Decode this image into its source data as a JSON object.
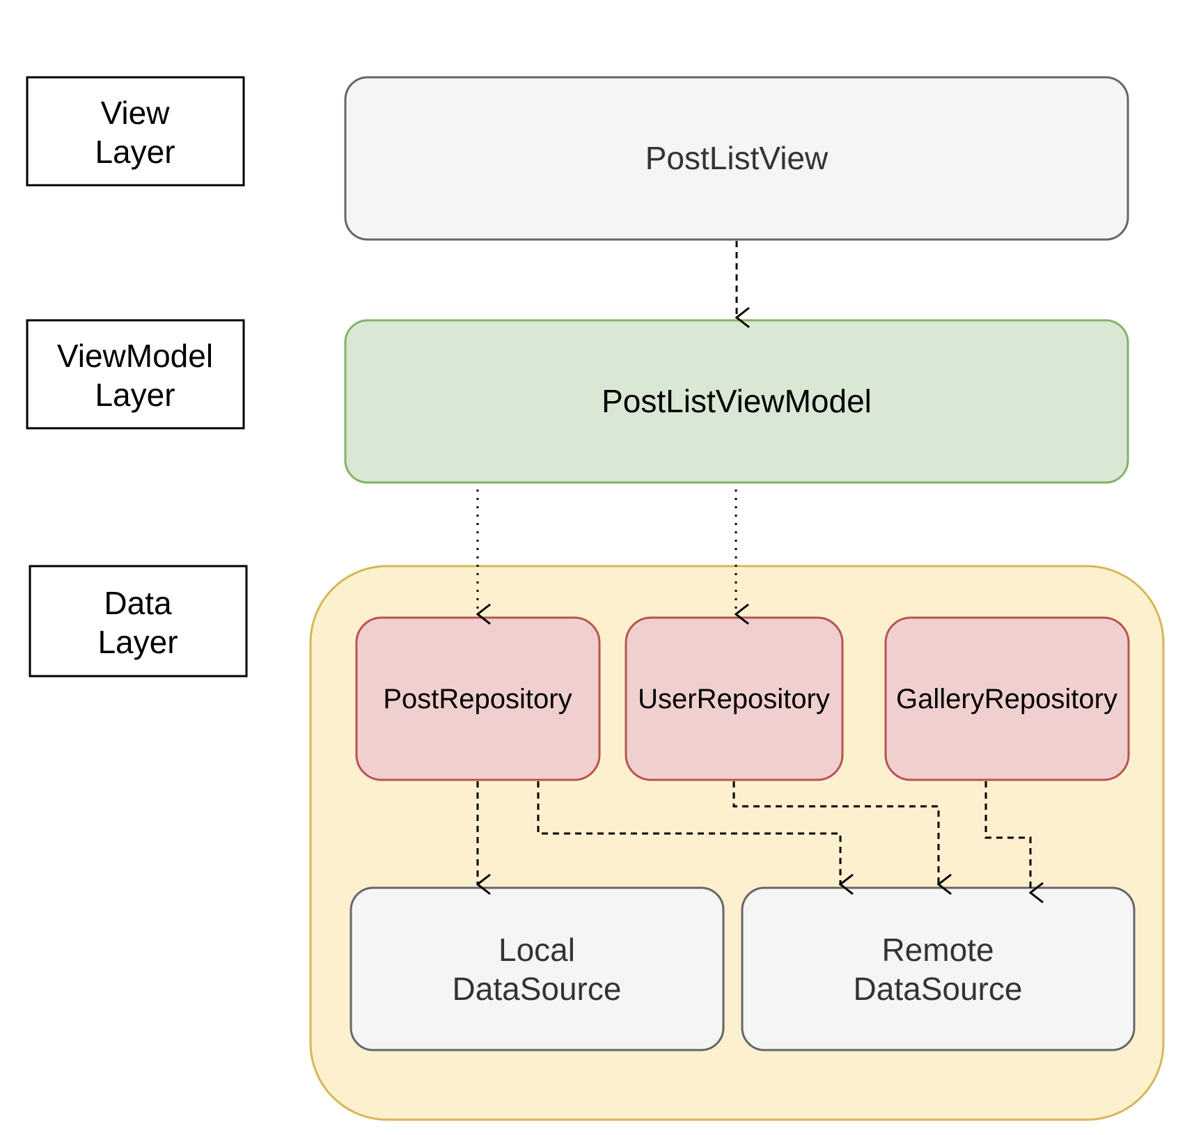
{
  "layers": {
    "view": [
      "View",
      "Layer"
    ],
    "viewmodel": [
      "ViewModel",
      "Layer"
    ],
    "data": [
      "Data",
      "Layer"
    ]
  },
  "nodes": {
    "post_list_view": "PostListView",
    "post_list_view_model": "PostListViewModel",
    "post_repository": "PostRepository",
    "user_repository": "UserRepository",
    "gallery_repository": "GalleryRepository",
    "local_datasource": [
      "Local",
      "DataSource"
    ],
    "remote_datasource": [
      "Remote",
      "DataSource"
    ]
  },
  "colors": {
    "view_fill": "#f5f5f5",
    "view_stroke": "#666666",
    "viewmodel_fill": "#d9e7d5",
    "viewmodel_stroke": "#82b366",
    "data_container_fill": "#fcf0cf",
    "data_container_stroke": "#d6b656",
    "repository_fill": "#f0d0cf",
    "repository_stroke": "#b85450"
  },
  "edges": [
    {
      "from": "PostListView",
      "to": "PostListViewModel",
      "style": "dashed"
    },
    {
      "from": "PostListViewModel",
      "to": "PostRepository",
      "style": "dotted"
    },
    {
      "from": "PostListViewModel",
      "to": "UserRepository",
      "style": "dotted"
    },
    {
      "from": "PostRepository",
      "to": "Local DataSource",
      "style": "dashed"
    },
    {
      "from": "PostRepository",
      "to": "Remote DataSource",
      "style": "dashed"
    },
    {
      "from": "UserRepository",
      "to": "Remote DataSource",
      "style": "dashed"
    },
    {
      "from": "GalleryRepository",
      "to": "Remote DataSource",
      "style": "dashed"
    }
  ]
}
